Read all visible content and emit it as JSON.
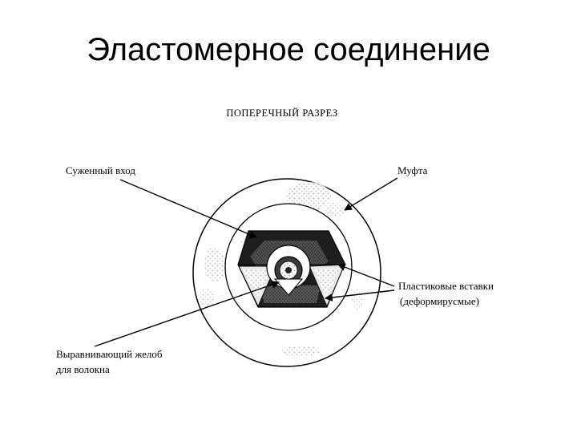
{
  "slide": {
    "title": "Эластомерное соединение"
  },
  "diagram": {
    "section_title": "ПОПЕРЕЧНЫЙ  РАЗРЕЗ",
    "labels": {
      "narrowed_inlet": "Суженный вход",
      "sleeve": "Муфта",
      "inserts_line1": "Пластиковые вставки",
      "inserts_line2": "(деформирусмые)",
      "groove_line1": "Выравнивающий желоб",
      "groove_line2": "для волокна"
    }
  }
}
